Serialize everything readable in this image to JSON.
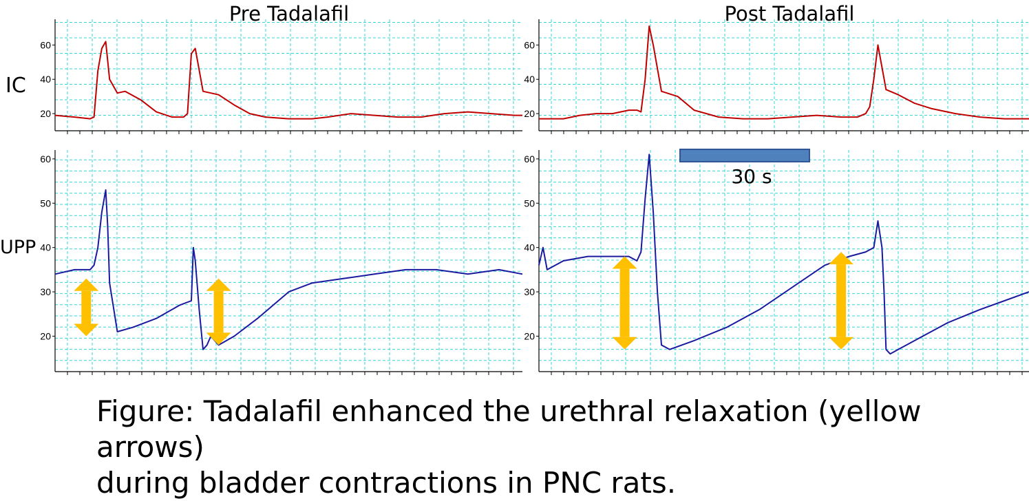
{
  "figure": {
    "caption_line1": "Figure: Tadalafil enhanced the urethral relaxation (yellow arrows)",
    "caption_line2": "during bladder contractions in PNC rats.",
    "scale_bar": {
      "label": "30 s",
      "color": "#4f81bd"
    },
    "row_labels": {
      "ic": "IC",
      "upp": "UPP"
    }
  },
  "colors": {
    "ic_trace": "#c00000",
    "upp_trace": "#1a1aa0",
    "grid": "#33d6d6",
    "arrow": "#ffc000"
  },
  "chart_data": [
    {
      "type": "line",
      "title": "Pre Tadalafil",
      "ylabel": "IC",
      "ylim": [
        10,
        75
      ],
      "yticks": [
        20,
        40,
        60
      ],
      "xlim": [
        0,
        120
      ],
      "grid": true,
      "series": [
        {
          "x": [
            0,
            5,
            9,
            10,
            11,
            12,
            13,
            14,
            16,
            18,
            22,
            26,
            30,
            33,
            34,
            35,
            36,
            38,
            42,
            46,
            50,
            54,
            60,
            66,
            70,
            76,
            82,
            88,
            94,
            100,
            106,
            112,
            118,
            120
          ],
          "y": [
            19,
            18,
            17,
            18,
            45,
            58,
            62,
            40,
            32,
            33,
            28,
            21,
            18,
            18,
            20,
            55,
            58,
            33,
            31,
            25,
            20,
            18,
            17,
            17,
            18,
            20,
            19,
            18,
            18,
            20,
            21,
            20,
            19,
            19
          ]
        }
      ]
    },
    {
      "type": "line",
      "title": "Post Tadalafil",
      "ylabel": "",
      "ylim": [
        10,
        75
      ],
      "yticks": [
        20,
        40,
        60
      ],
      "xlim": [
        0,
        120
      ],
      "grid": true,
      "series": [
        {
          "x": [
            0,
            6,
            10,
            14,
            18,
            22,
            24,
            25,
            26,
            27,
            28,
            30,
            34,
            38,
            44,
            50,
            56,
            62,
            68,
            74,
            78,
            80,
            81,
            82,
            83,
            85,
            88,
            92,
            96,
            102,
            108,
            114,
            120
          ],
          "y": [
            17,
            17,
            19,
            20,
            20,
            22,
            22,
            21,
            40,
            71,
            60,
            33,
            30,
            22,
            18,
            17,
            17,
            18,
            19,
            18,
            18,
            20,
            24,
            40,
            60,
            34,
            31,
            26,
            23,
            20,
            18,
            17,
            17
          ]
        }
      ]
    },
    {
      "type": "line",
      "title": "",
      "ylabel": "UPP",
      "ylim": [
        12,
        62
      ],
      "yticks": [
        20,
        30,
        40,
        50,
        60
      ],
      "xlim": [
        0,
        120
      ],
      "grid": true,
      "series": [
        {
          "x": [
            0,
            5,
            9,
            10,
            11,
            12,
            13,
            13.5,
            14,
            16,
            20,
            26,
            32,
            35,
            35.5,
            36,
            37,
            38,
            39,
            40,
            42,
            46,
            52,
            60,
            66,
            74,
            82,
            90,
            98,
            106,
            114,
            120
          ],
          "y": [
            34,
            35,
            35,
            36,
            40,
            48,
            53,
            45,
            32,
            21,
            22,
            24,
            27,
            28,
            40,
            37,
            26,
            17,
            18,
            20,
            18,
            20,
            24,
            30,
            32,
            33,
            34,
            35,
            35,
            34,
            35,
            34
          ]
        }
      ],
      "arrows": [
        {
          "x": 8,
          "y1": 20,
          "y2": 33
        },
        {
          "x": 42,
          "y1": 18,
          "y2": 33
        }
      ]
    },
    {
      "type": "line",
      "title": "",
      "ylabel": "",
      "ylim": [
        12,
        62
      ],
      "yticks": [
        20,
        30,
        40,
        50,
        60
      ],
      "xlim": [
        0,
        120
      ],
      "grid": true,
      "series": [
        {
          "x": [
            0,
            1,
            2,
            6,
            12,
            18,
            22,
            24,
            25,
            26,
            27,
            28,
            29,
            30,
            32,
            38,
            46,
            54,
            62,
            70,
            76,
            80,
            82,
            83,
            84,
            84.5,
            85,
            86,
            88,
            92,
            100,
            108,
            114,
            120
          ],
          "y": [
            36,
            40,
            35,
            37,
            38,
            38,
            38,
            37,
            39,
            51,
            61,
            48,
            30,
            18,
            17,
            19,
            22,
            26,
            31,
            36,
            38,
            39,
            40,
            46,
            40,
            30,
            17,
            16,
            17,
            19,
            23,
            26,
            28,
            30
          ]
        }
      ],
      "arrows": [
        {
          "x": 21,
          "y1": 17,
          "y2": 38
        },
        {
          "x": 74,
          "y1": 17,
          "y2": 39
        }
      ]
    }
  ]
}
